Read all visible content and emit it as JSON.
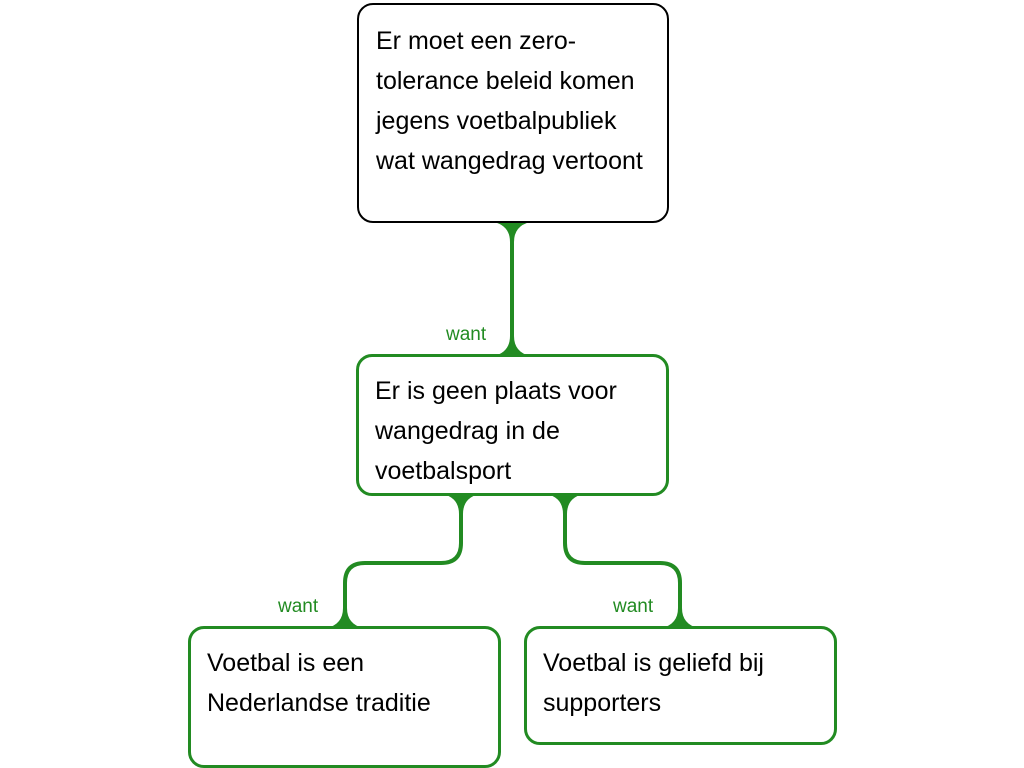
{
  "nodes": {
    "claim": "Er moet een zero-tolerance beleid komen jegens voetbalpubliek wat wangedrag vertoont",
    "reason": "Er is geen plaats voor wangedrag in de voetbalsport",
    "sub_left": "Voetbal is een Nederlandse traditie",
    "sub_right": "Voetbal is geliefd bij supporters"
  },
  "connectors": {
    "top": "want",
    "left": "want",
    "right": "want"
  },
  "colors": {
    "accent": "#228B22",
    "claim_border": "#000000"
  }
}
